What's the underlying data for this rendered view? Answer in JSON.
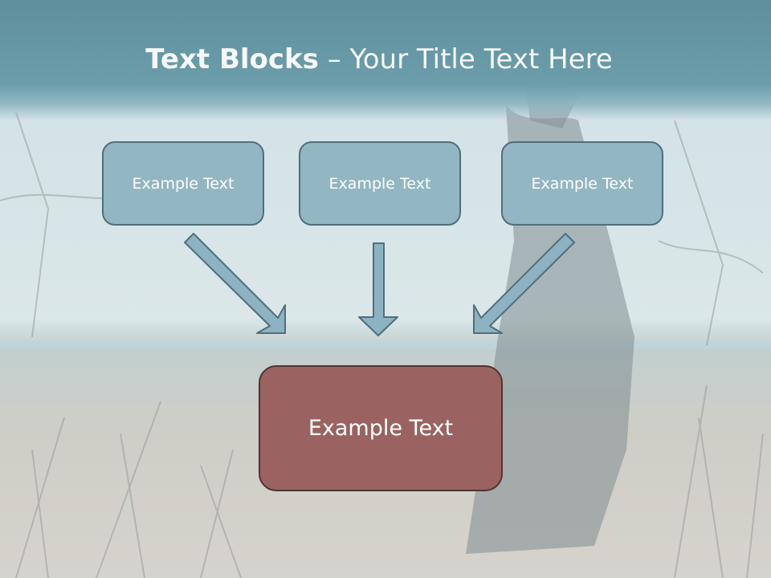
{
  "title": {
    "bold": "Text Blocks",
    "rest": " – Your Title Text Here"
  },
  "boxes": {
    "top": [
      "Example Text",
      "Example Text",
      "Example Text"
    ],
    "bottom": "Example Text"
  },
  "colors": {
    "title_band": "#6c9dab",
    "box_fill": "#92b6c2",
    "box_border": "#4f6f7b",
    "target_fill": "#9a6361",
    "target_border": "#4e3433",
    "arrow_fill": "#8db2c1",
    "arrow_stroke": "#4f6f7b"
  }
}
